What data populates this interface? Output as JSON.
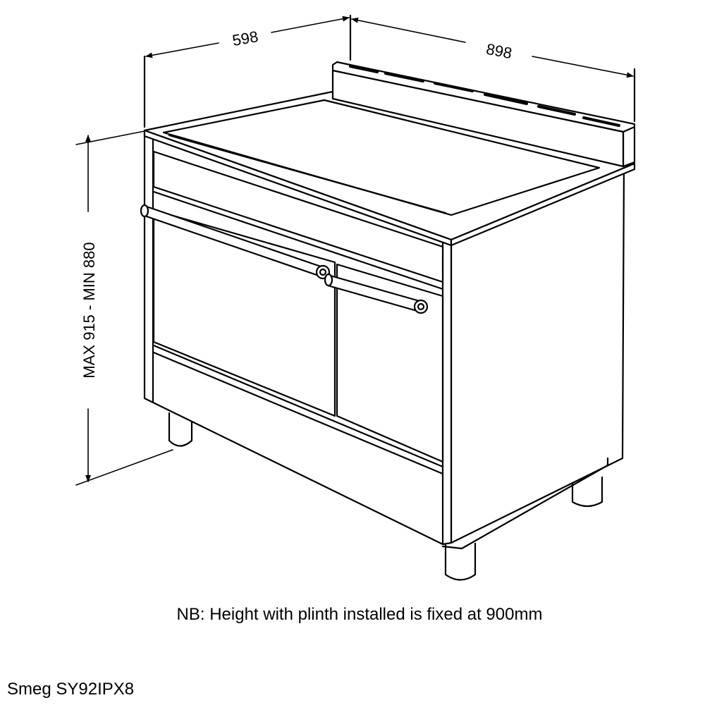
{
  "dimensions": {
    "width": "598",
    "depth": "898",
    "height": "MAX 915 - MIN 880"
  },
  "note": "NB: Height with plinth installed is fixed at 900mm",
  "model": "Smeg SY92IPX8",
  "colors": {
    "line": "#000000",
    "background": "#ffffff"
  }
}
